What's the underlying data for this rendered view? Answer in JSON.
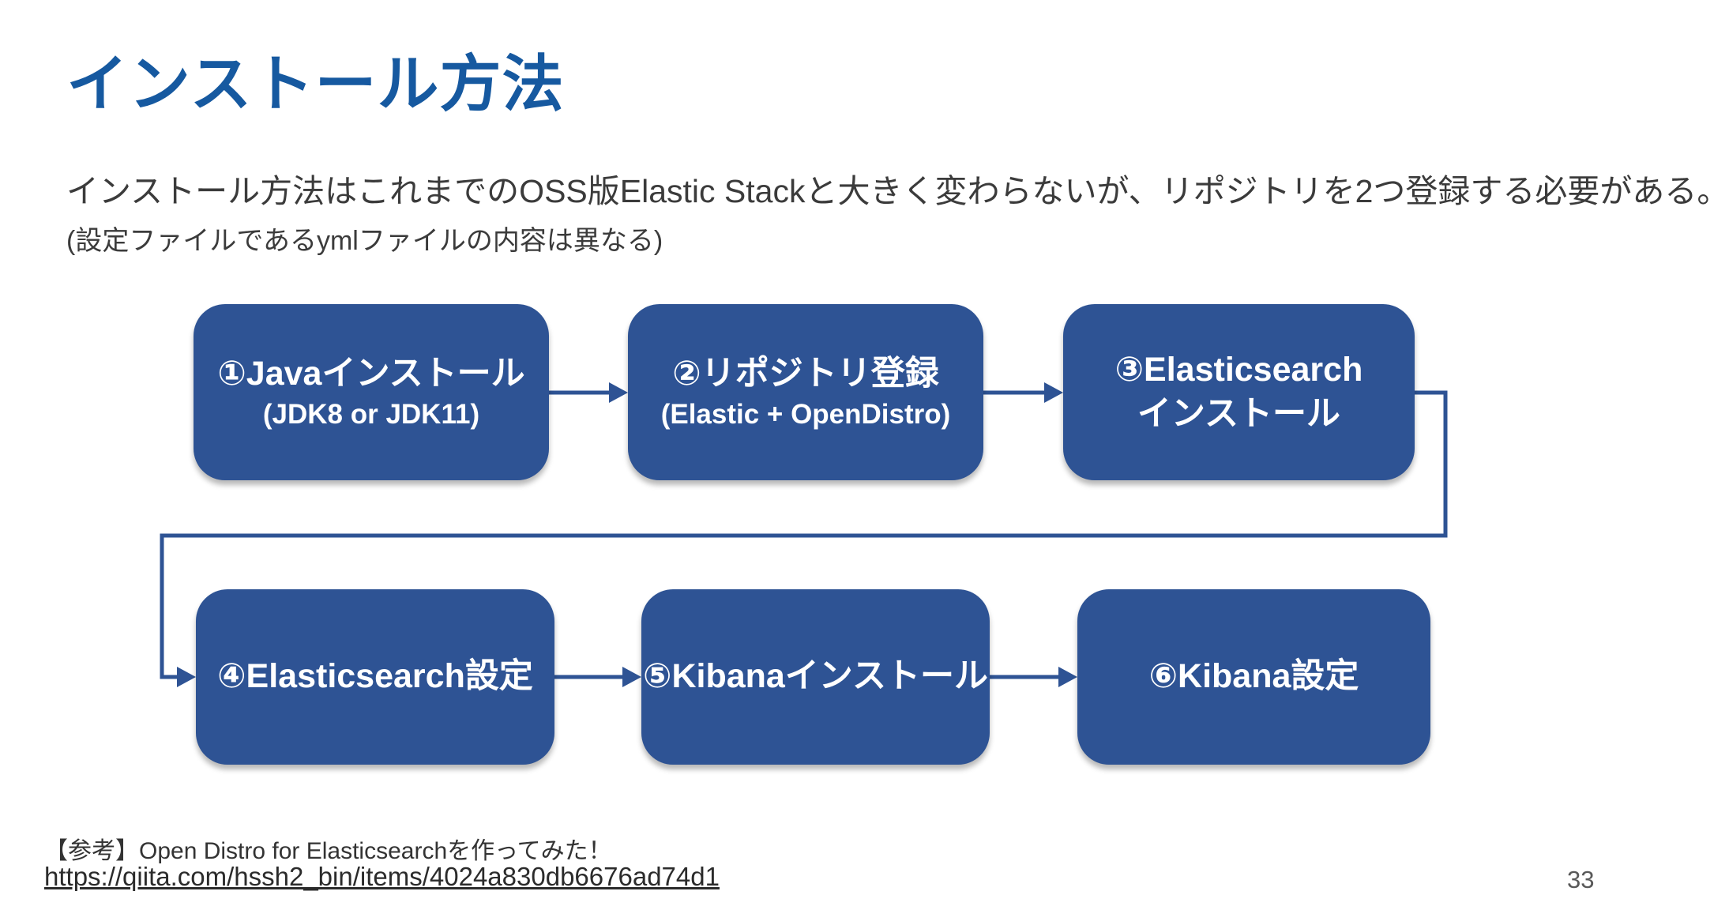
{
  "slide": {
    "title": "インストール方法",
    "description_line1": "インストール方法はこれまでのOSS版Elastic Stackと大きく変わらないが、リポジトリを2つ登録する必要がある。",
    "description_line2": "(設定ファイルであるymlファイルの内容は異なる)",
    "page_number": "33"
  },
  "flow": {
    "box_color": "#2E5394",
    "box_text_color": "#FFFFFF",
    "connector_color": "#2E5394",
    "steps": [
      {
        "label": "①Javaインストール",
        "sublabel": "(JDK8 or JDK11)"
      },
      {
        "label": "②リポジトリ登録",
        "sublabel": "(Elastic + OpenDistro)"
      },
      {
        "label": "③Elasticsearch",
        "sublabel": "インストール"
      },
      {
        "label": "④Elasticsearch設定",
        "sublabel": ""
      },
      {
        "label": "⑤Kibanaインストール",
        "sublabel": ""
      },
      {
        "label": "⑥Kibana設定",
        "sublabel": ""
      }
    ]
  },
  "footer": {
    "reference": "【参考】Open Distro for Elasticsearchを作ってみた！",
    "link": "https://qiita.com/hssh2_bin/items/4024a830db6676ad74d1"
  },
  "colors": {
    "title": "#1659A0",
    "body_text": "#3B3B3B",
    "page_number": "#595959"
  }
}
